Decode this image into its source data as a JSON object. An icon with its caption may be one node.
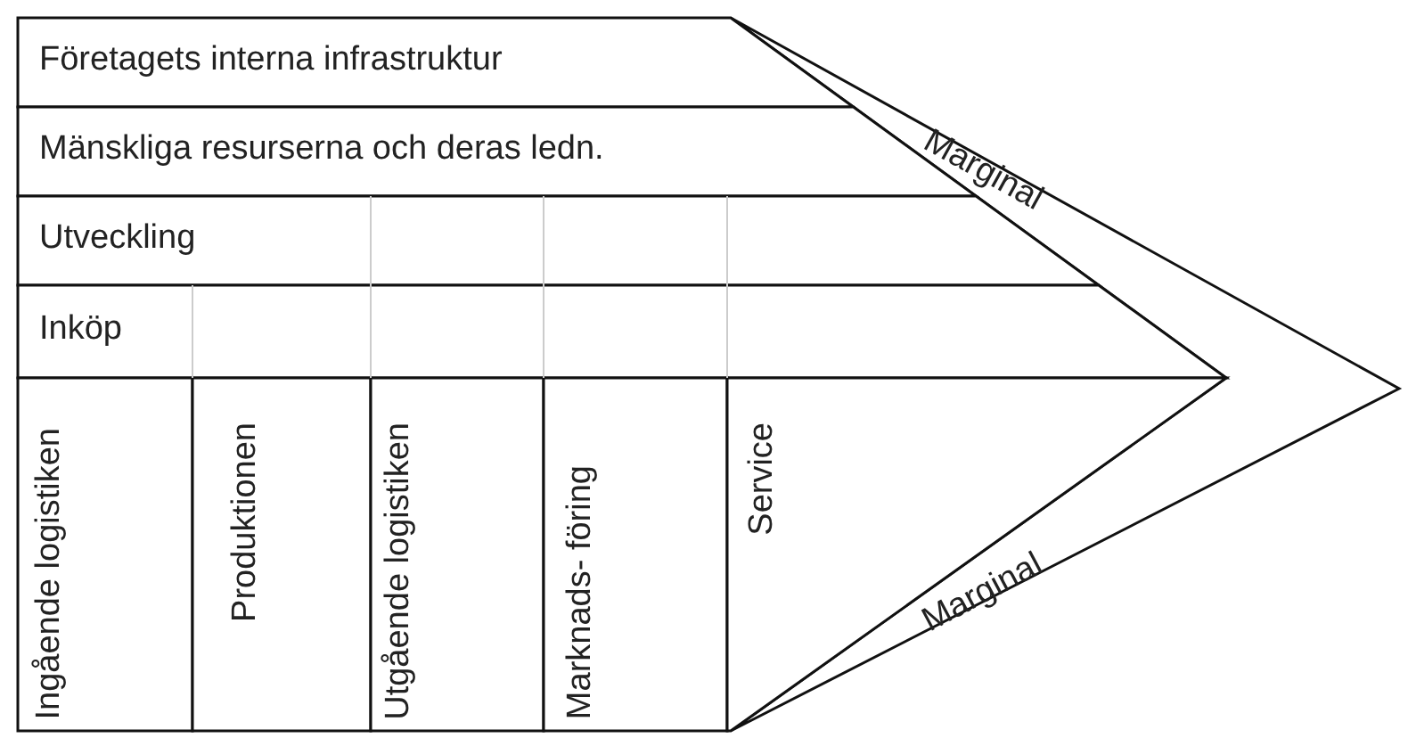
{
  "diagram": {
    "nodes": [
      {
        "text": [
          "Företagets interna infrastruktur"
        ]
      },
      {
        "text": [
          "Mänskliga resurserna och deras ledn."
        ]
      },
      {
        "text": [
          "Utveckling"
        ]
      },
      {
        "text": [
          "Inköp"
        ]
      },
      {
        "text": [
          "Ingående logistiken"
        ]
      },
      {
        "text": [
          "Produktionen"
        ]
      },
      {
        "text": [
          "Utgående logistiken"
        ]
      },
      {
        "text": [
          "Marknads- föring"
        ]
      },
      {
        "text": [
          "Service"
        ]
      }
    ],
    "labels": [
      "Marginal",
      "Marginal"
    ]
  }
}
